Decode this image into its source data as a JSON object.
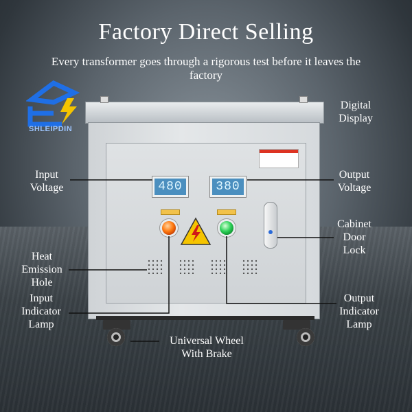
{
  "header": {
    "title": "Factory Direct Selling",
    "subtitle": "Every transformer goes through a rigorous test before it leaves the factory"
  },
  "logo": {
    "text": "SHLEIPDIN"
  },
  "displays": {
    "input_value": "480",
    "output_value": "380"
  },
  "labels": {
    "digital_display": "Digital Display",
    "input_voltage": "Input Voltage",
    "output_voltage": "Output Voltage",
    "cabinet_door_lock": "Cabinet Door Lock",
    "heat_emission_hole": "Heat Emission Hole",
    "input_indicator_lamp": "Input Indicator Lamp",
    "output_indicator_lamp": "Output Indicator Lamp",
    "universal_wheel": "Universal Wheel With Brake"
  },
  "colors": {
    "accent_blue": "#1f6fe6",
    "lamp_red": "#ff7a10",
    "lamp_green": "#2fd25a",
    "warning_yellow": "#f5c400"
  }
}
